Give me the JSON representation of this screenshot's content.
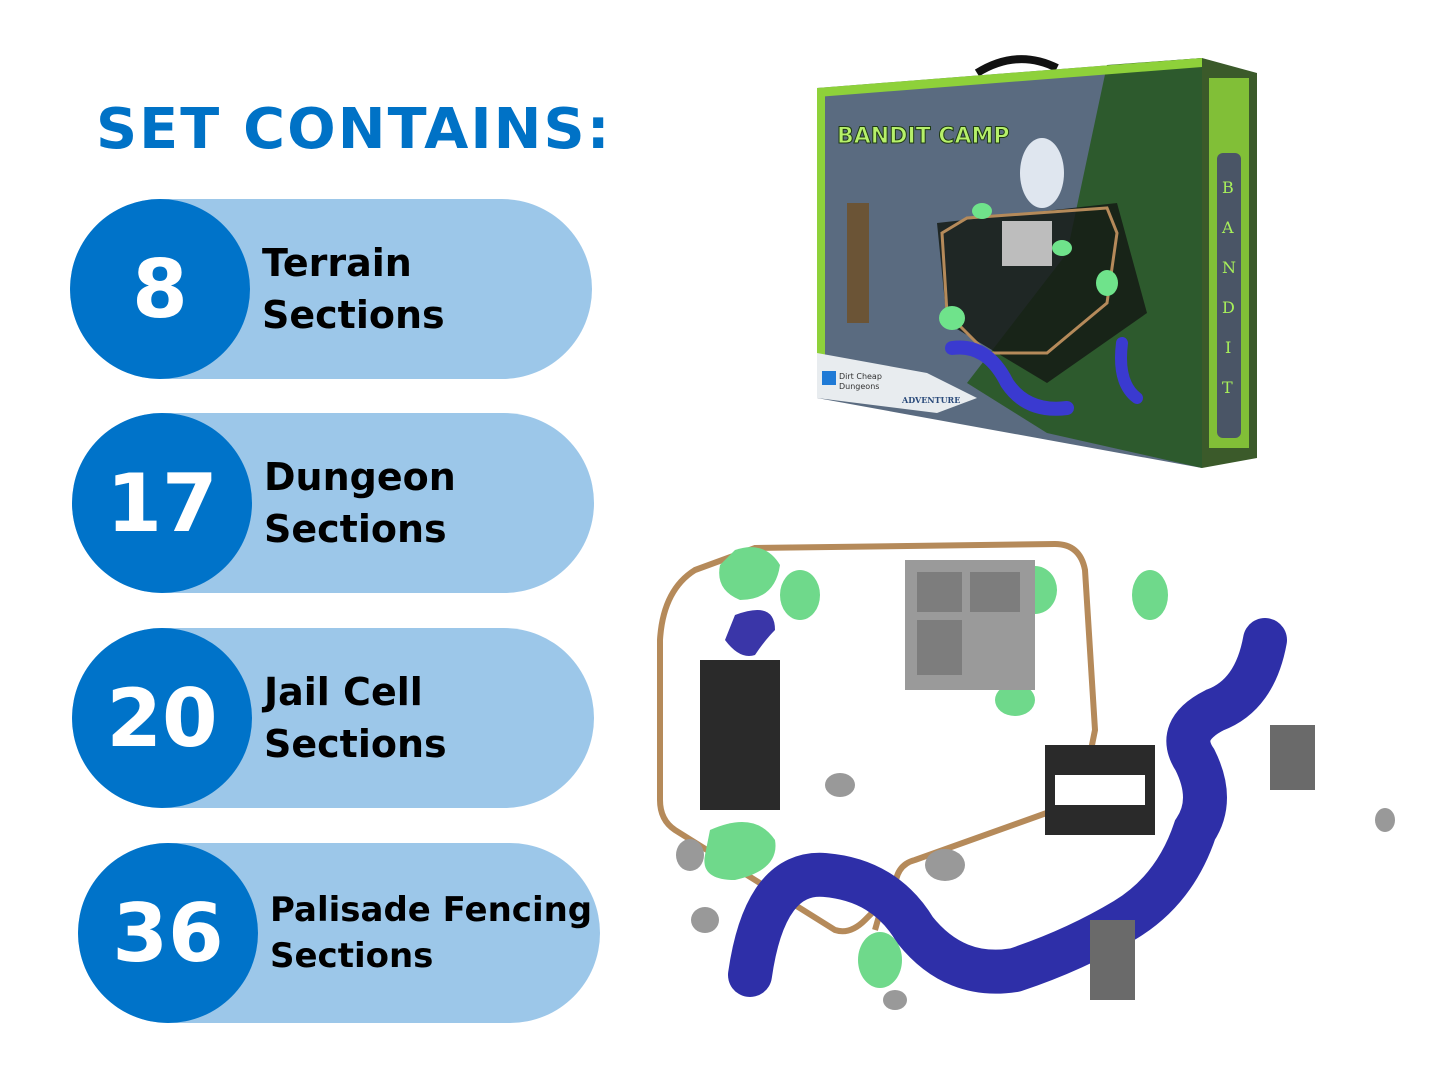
{
  "header": {
    "title": "SET CONTAINS:"
  },
  "items": [
    {
      "count": "8",
      "line1": "Terrain",
      "line2": "Sections"
    },
    {
      "count": "17",
      "line1": "Dungeon",
      "line2": "Sections"
    },
    {
      "count": "20",
      "line1": "Jail Cell",
      "line2": "Sections"
    },
    {
      "count": "36",
      "line1": "Palisade Fencing",
      "line2": "Sections"
    }
  ],
  "product_box": {
    "logo_text": "BANDIT CAMP",
    "side_text": "BANDIT",
    "brand": "Dirt Cheap Dungeons",
    "partner": "Adventure"
  },
  "colors": {
    "headline": "#0072c6",
    "circle": "#0073c9",
    "pill": "#9cc7e9",
    "terrain_green": "#6fd98b",
    "river_blue": "#2e2fa8",
    "fence_brown": "#b58a5a"
  }
}
